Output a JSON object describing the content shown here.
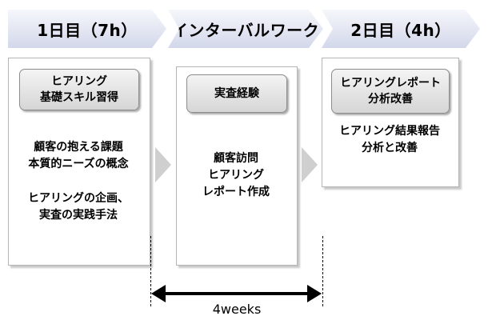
{
  "phases": [
    {
      "header": "1日目（7h）",
      "skill": "ヒアリング\n基礎スキル習得",
      "desc1": "顧客の抱える課題\n本質的ニーズの概念",
      "desc2": "ヒアリングの企画、\n実査の実践手法"
    },
    {
      "header": "インターバルワーク",
      "skill": "実査経験",
      "desc1": "顧客訪問\nヒアリング\nレポート作成"
    },
    {
      "header": "2日目（4h）",
      "skill": "ヒアリングレポート\n分析改善",
      "desc1": "ヒアリング結果報告\n分析と改善"
    }
  ],
  "interval": {
    "label": "4weeks"
  }
}
